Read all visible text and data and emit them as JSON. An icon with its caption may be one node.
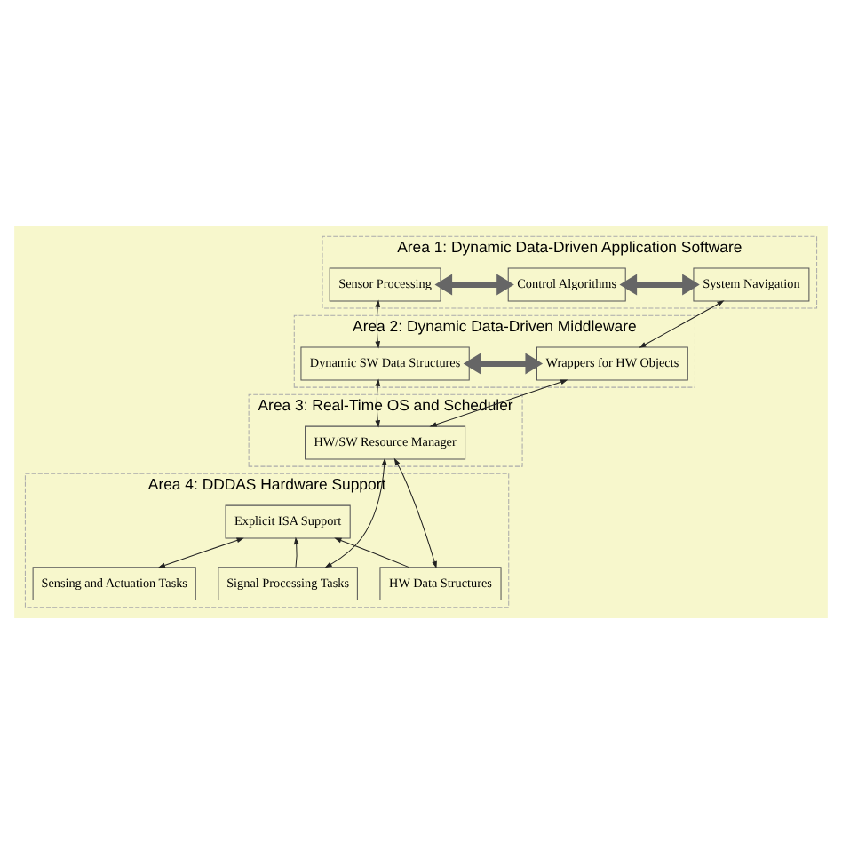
{
  "diagram": {
    "nodes": [
      {
        "text": [
          "Area 1: Dynamic Data-Driven Application Software"
        ]
      },
      {
        "text": [
          "Sensor Processing"
        ],
        "in": 0
      },
      {
        "text": [
          "Control Algorithms"
        ],
        "in": 0
      },
      {
        "text": [
          "System Navigation"
        ],
        "in": 0
      },
      {
        "text": [
          "Area 2: Dynamic Data-Driven Middleware"
        ]
      },
      {
        "text": [
          "Dynamic SW Data Structures"
        ],
        "in": 4
      },
      {
        "text": [
          "Wrappers for HW Objects"
        ],
        "in": 4
      },
      {
        "text": [
          "Area 3: Real-Time OS and Scheduler"
        ]
      },
      {
        "text": [
          "HW/SW Resource Manager"
        ],
        "in": 7
      },
      {
        "text": [
          "Area 4: DDDAS Hardware Support"
        ]
      },
      {
        "text": [
          "Explicit ISA Support"
        ],
        "in": 9
      },
      {
        "text": [
          "HW Data Structures"
        ],
        "in": 9
      },
      {
        "text": [
          "Sensing and Actuation Tasks"
        ],
        "in": 9
      },
      {
        "text": [
          "Signal Processing Tasks"
        ],
        "in": 9
      }
    ],
    "edges": [
      {
        "from": 1,
        "to": 2,
        "arrow": "both",
        "style": "thick"
      },
      {
        "from": 2,
        "to": 3,
        "arrow": "both",
        "style": "thick"
      },
      {
        "from": 1,
        "to": 5,
        "arrow": "both"
      },
      {
        "from": 3,
        "to": 6,
        "arrow": "both"
      },
      {
        "from": 5,
        "to": 6,
        "arrow": "both",
        "style": "thick"
      },
      {
        "from": 5,
        "to": 8,
        "arrow": "both"
      },
      {
        "from": 6,
        "to": 8,
        "arrow": "both"
      },
      {
        "from": 8,
        "to": 11,
        "arrow": "both"
      },
      {
        "from": 8,
        "to": 13,
        "arrow": "both"
      },
      {
        "from": 11,
        "to": 10,
        "arrow": "to"
      },
      {
        "from": 10,
        "to": 12,
        "arrow": "both"
      },
      {
        "from": 13,
        "to": 10,
        "arrow": "to"
      }
    ]
  }
}
